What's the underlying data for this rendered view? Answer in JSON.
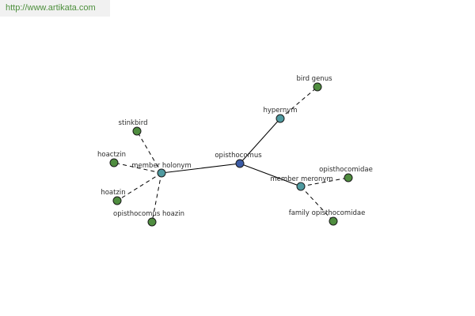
{
  "header": {
    "url_text": "http://www.artikata.com"
  },
  "colors": {
    "center_node": "#3b5ba5",
    "relation_node": "#4f9aa0",
    "leaf_node": "#4f8d3f",
    "url_text": "#4d8f3c"
  },
  "graph": {
    "nodes": [
      {
        "id": "opisthocomus",
        "label": "opisthocomus",
        "kind": "center"
      },
      {
        "id": "hypernym",
        "label": "hypernym",
        "kind": "relation"
      },
      {
        "id": "member-holonym",
        "label": "member holonym",
        "kind": "relation"
      },
      {
        "id": "member-meronym",
        "label": "member meronym",
        "kind": "relation"
      },
      {
        "id": "bird-genus",
        "label": "bird genus",
        "kind": "leaf"
      },
      {
        "id": "stinkbird",
        "label": "stinkbird",
        "kind": "leaf"
      },
      {
        "id": "hoactzin",
        "label": "hoactzin",
        "kind": "leaf"
      },
      {
        "id": "hoatzin",
        "label": "hoatzin",
        "kind": "leaf"
      },
      {
        "id": "opisthocomus-hoazin",
        "label": "opisthocomus hoazin",
        "kind": "leaf"
      },
      {
        "id": "opisthocomidae",
        "label": "opisthocomidae",
        "kind": "leaf"
      },
      {
        "id": "family-opisthocomidae",
        "label": "family opisthocomidae",
        "kind": "leaf"
      }
    ],
    "edges": [
      {
        "from": "opisthocomus",
        "to": "hypernym",
        "style": "solid"
      },
      {
        "from": "opisthocomus",
        "to": "member-holonym",
        "style": "solid"
      },
      {
        "from": "opisthocomus",
        "to": "member-meronym",
        "style": "solid"
      },
      {
        "from": "hypernym",
        "to": "bird-genus",
        "style": "dashed"
      },
      {
        "from": "member-holonym",
        "to": "stinkbird",
        "style": "dashed"
      },
      {
        "from": "member-holonym",
        "to": "hoactzin",
        "style": "dashed"
      },
      {
        "from": "member-holonym",
        "to": "hoatzin",
        "style": "dashed"
      },
      {
        "from": "member-holonym",
        "to": "opisthocomus-hoazin",
        "style": "dashed"
      },
      {
        "from": "member-meronym",
        "to": "opisthocomidae",
        "style": "dashed"
      },
      {
        "from": "member-meronym",
        "to": "family-opisthocomidae",
        "style": "dashed"
      }
    ]
  }
}
